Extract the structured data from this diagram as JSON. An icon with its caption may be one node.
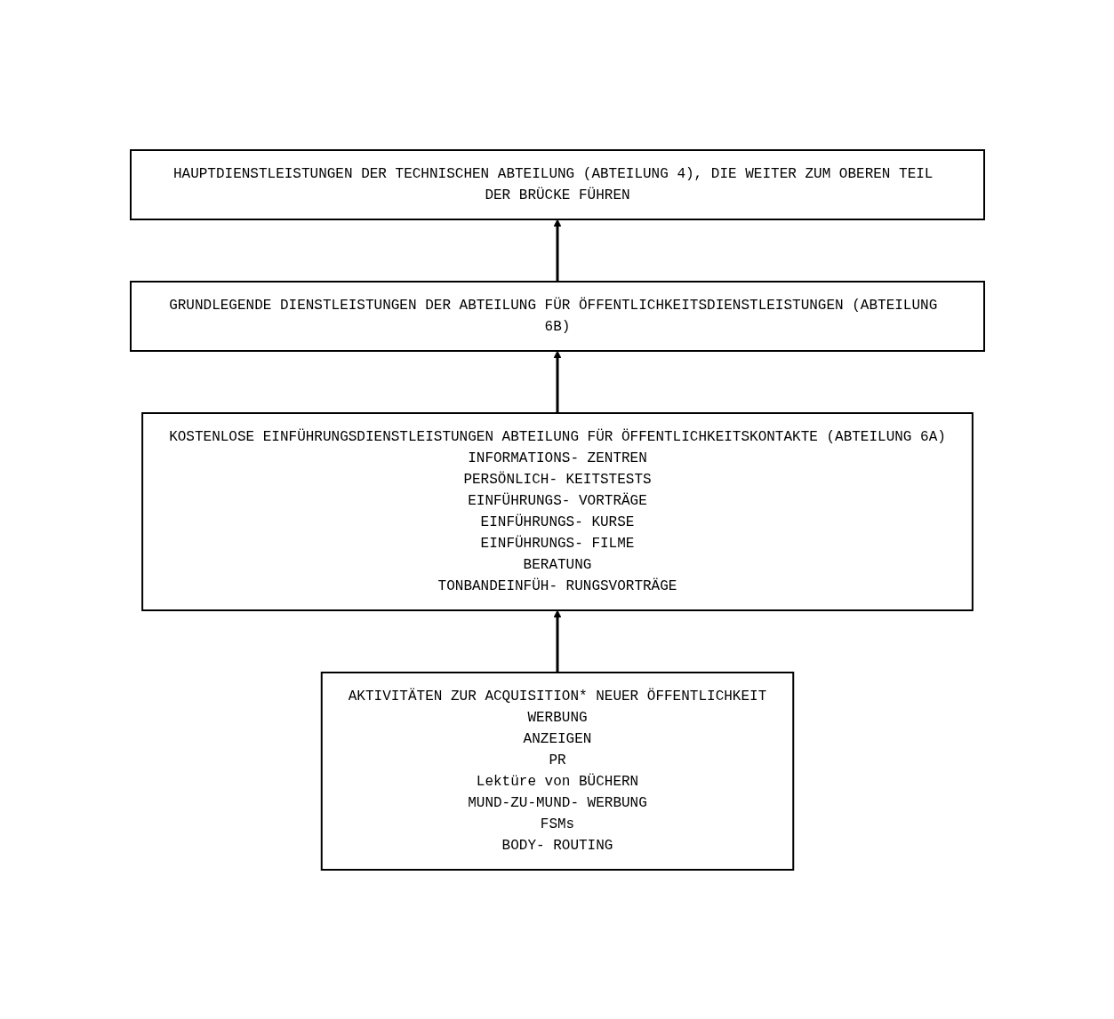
{
  "diagram": {
    "nodes": [
      {
        "text": [
          "HAUPTDIENSTLEISTUNGEN DER TECHNISCHEN ABTEILUNG (ABTEILUNG 4), DIE WEITER ZUM OBEREN TEIL DER BRÜCKE FÜHREN"
        ]
      },
      {
        "text": [
          "GRUNDLEGENDE DIENSTLEISTUNGEN DER ABTEILUNG FÜR ÖFFENTLICHKEITSDIENSTLEISTUNGEN (ABTEILUNG 6B)"
        ]
      },
      {
        "text": [
          "KOSTENLOSE EINFÜHRUNGSDIENSTLEISTUNGEN ABTEILUNG FÜR ÖFFENTLICHKEITSKONTAKTE (ABTEILUNG 6A)",
          "INFORMATIONS- ZENTREN",
          "PERSÖNLICH- KEITSTESTS",
          "EINFÜHRUNGS- VORTRÄGE",
          "EINFÜHRUNGS- KURSE",
          "EINFÜHRUNGS- FILME",
          "BERATUNG",
          "TONBANDEINFÜH- RUNGSVORTRÄGE"
        ]
      },
      {
        "text": [
          "AKTIVITÄTEN ZUR ACQUISITION* NEUER ÖFFENTLICHKEIT",
          "WERBUNG",
          "ANZEIGEN",
          "PR",
          "Lektüre von BÜCHERN",
          "MUND-ZU-MUND- WERBUNG",
          "FSMs",
          "BODY- ROUTING"
        ]
      }
    ],
    "edges": [
      {
        "from": 3,
        "to": 2,
        "arrow": "to"
      },
      {
        "from": 2,
        "to": 1,
        "arrow": "to"
      },
      {
        "from": 1,
        "to": 0,
        "arrow": "to"
      }
    ]
  }
}
